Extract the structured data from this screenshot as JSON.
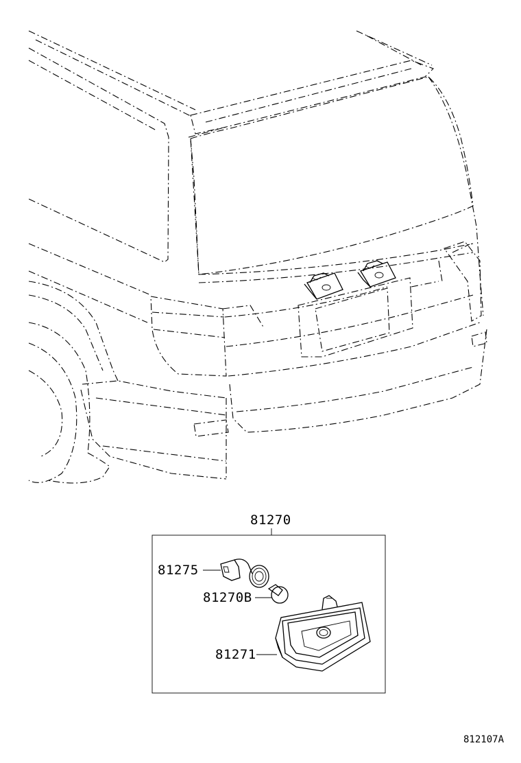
{
  "diagram": {
    "assembly_label": "81270",
    "parts": [
      {
        "id": "socket",
        "label": "81275"
      },
      {
        "id": "bulb",
        "label": "81270B"
      },
      {
        "id": "lens_housing",
        "label": "81271"
      }
    ],
    "figure_code": "812107A"
  }
}
